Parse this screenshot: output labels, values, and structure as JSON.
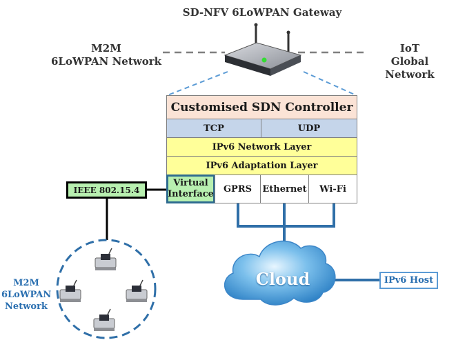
{
  "gateway": {
    "title": "SD-NFV 6LoWPAN Gateway"
  },
  "left_network": {
    "line1": "M2M",
    "line2": "6LoWPAN Network"
  },
  "right_network": {
    "line1": "IoT",
    "line2": "Global Network"
  },
  "stack": {
    "controller": "Customised SDN Controller",
    "tcp": "TCP",
    "udp": "UDP",
    "network_layer": "IPv6 Network Layer",
    "adaptation_layer": "IPv6 Adaptation Layer",
    "virtual_interface_line1": "Virtual",
    "virtual_interface_line2": "Interface",
    "gprs": "GPRS",
    "ethernet": "Ethernet",
    "wifi": "Wi-Fi"
  },
  "ieee_label": "IEEE 802.15.4",
  "m2m_cluster": {
    "line1": "M2M",
    "line2": "6LoWPAN",
    "line3": "Network"
  },
  "cloud": {
    "label": "Cloud"
  },
  "ipv6_host": {
    "label": "IPv6 Host"
  },
  "colors": {
    "controller_fill": "#fbe3d6",
    "transport_fill": "#c5d5ea",
    "ipv6_fill": "#ffff99",
    "virtual_fill": "#b8f0b0",
    "virtual_border": "#2e6b8f",
    "link_blue": "#2f6fa8",
    "dashed_grey": "#7f7f7f",
    "dashed_blue": "#5b9bd5",
    "host_text": "#2a6fb0"
  }
}
